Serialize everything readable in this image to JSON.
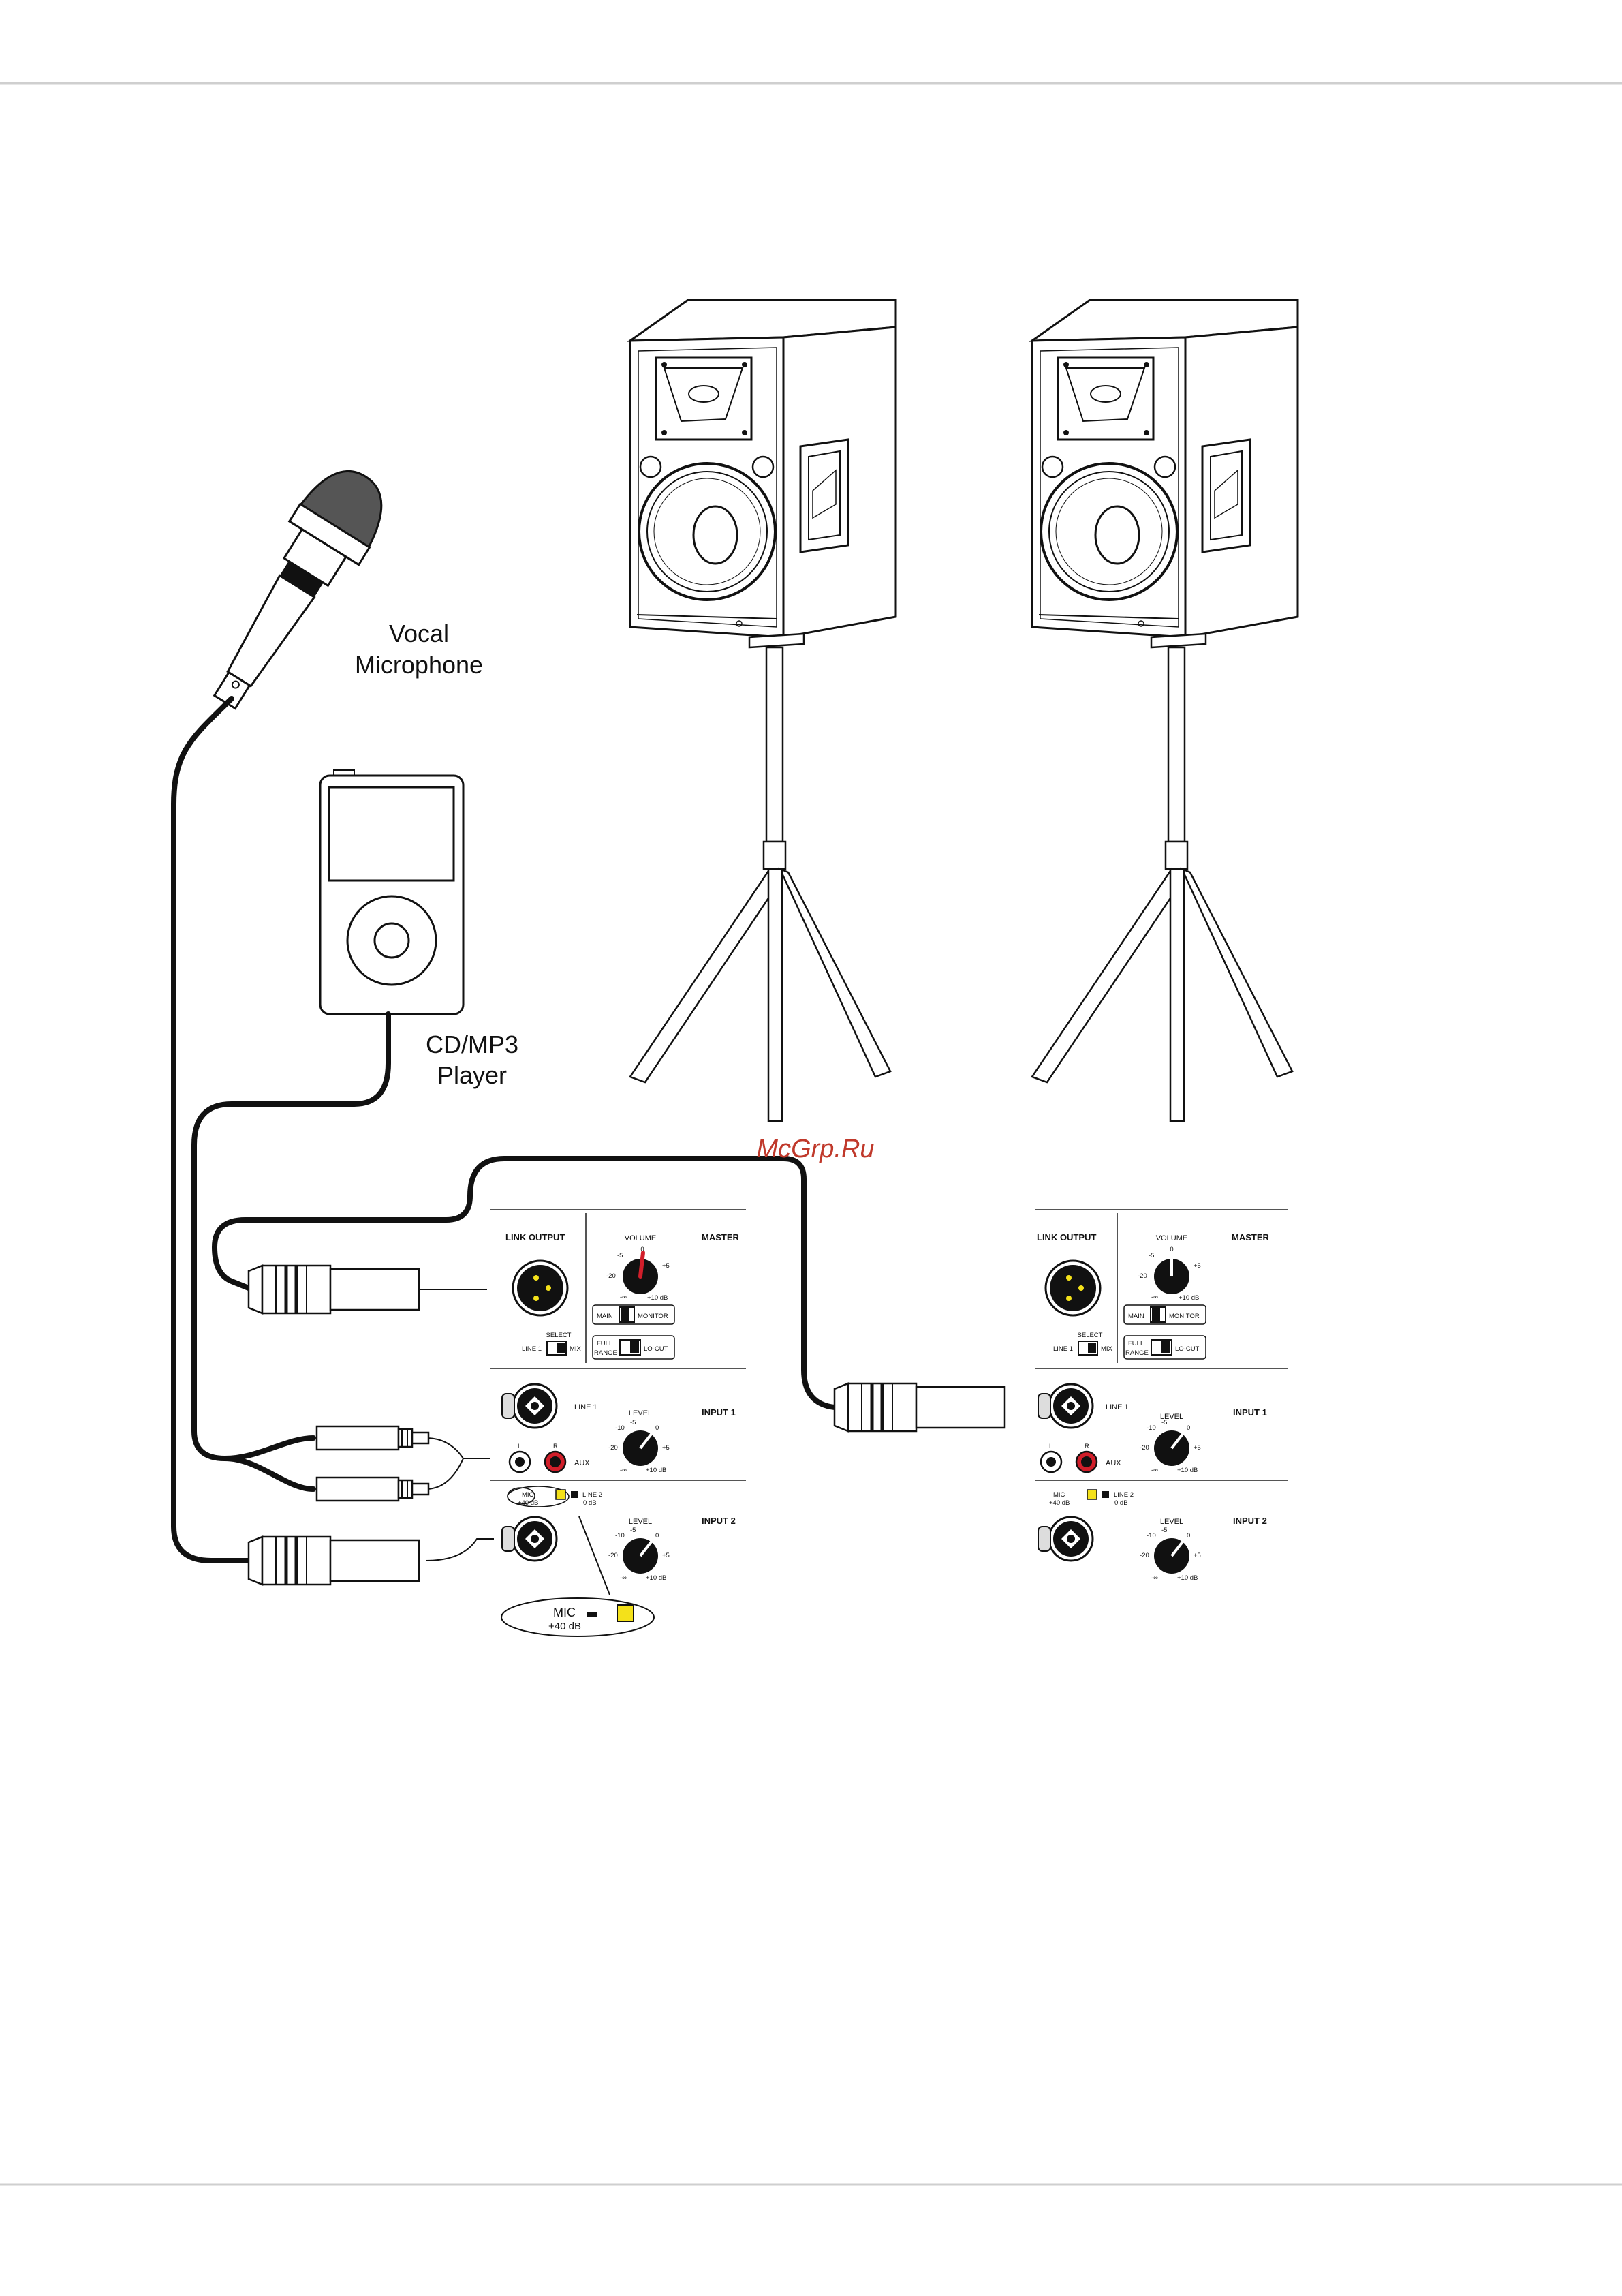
{
  "labels": {
    "microphone_line1": "Vocal",
    "microphone_line2": "Microphone",
    "player_line1": "CD/MP3",
    "player_line2": "Player",
    "watermark": "McGrp.Ru",
    "zoom_mic": "MIC",
    "zoom_gain": "+40 dB"
  },
  "panel": {
    "link_output": "LINK OUTPUT",
    "master": "MASTER",
    "volume": "VOLUME",
    "select": "SELECT",
    "line1_short": "LINE 1",
    "mix": "MIX",
    "main": "MAIN",
    "monitor": "MONITOR",
    "full": "FULL",
    "range": "RANGE",
    "lo_cut": "LO-CUT",
    "input1": "INPUT 1",
    "input2": "INPUT 2",
    "line1": "LINE 1",
    "line2": "LINE 2",
    "level": "LEVEL",
    "aux": "AUX",
    "left": "L",
    "right": "R",
    "mic": "MIC",
    "plus40": "+40 dB",
    "zero_db": "0 dB",
    "scale_m20": "-20",
    "scale_m10": "-10",
    "scale_m5": "-5",
    "scale_0": "0",
    "scale_p5": "+5",
    "scale_p10": "+10 dB",
    "scale_inf": "-∞"
  },
  "colors": {
    "line": "#111111",
    "knob_indicator": "#d11e2a",
    "led_yellow": "#f4e11a",
    "rca_red": "#d11e2a",
    "watermark": "#c0392b"
  }
}
